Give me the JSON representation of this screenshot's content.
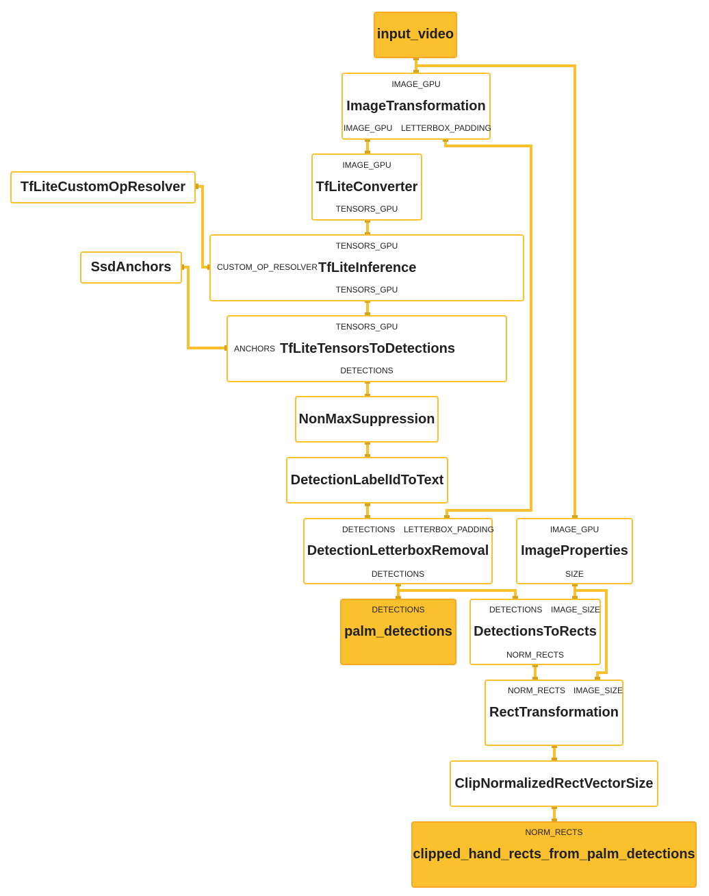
{
  "nodes": {
    "input_video": {
      "title": "input_video"
    },
    "image_transformation": {
      "title": "ImageTransformation",
      "in": "IMAGE_GPU",
      "out1": "IMAGE_GPU",
      "out2": "LETTERBOX_PADDING"
    },
    "tflite_custom_op_resolver": {
      "title": "TfLiteCustomOpResolver"
    },
    "tflite_converter": {
      "title": "TfLiteConverter",
      "in": "IMAGE_GPU",
      "out": "TENSORS_GPU"
    },
    "ssd_anchors": {
      "title": "SsdAnchors"
    },
    "tflite_inference": {
      "title": "TfLiteInference",
      "in": "TENSORS_GPU",
      "side_in": "CUSTOM_OP_RESOLVER",
      "out": "TENSORS_GPU"
    },
    "tflite_tensors_to_detections": {
      "title": "TfLiteTensorsToDetections",
      "in": "TENSORS_GPU",
      "side_in": "ANCHORS",
      "out": "DETECTIONS"
    },
    "non_max_suppression": {
      "title": "NonMaxSuppression"
    },
    "detection_label_id_to_text": {
      "title": "DetectionLabelIdToText"
    },
    "detection_letterbox_removal": {
      "title": "DetectionLetterboxRemoval",
      "in1": "DETECTIONS",
      "in2": "LETTERBOX_PADDING",
      "out": "DETECTIONS"
    },
    "image_properties": {
      "title": "ImageProperties",
      "in": "IMAGE_GPU",
      "out": "SIZE"
    },
    "palm_detections": {
      "title": "palm_detections",
      "in": "DETECTIONS"
    },
    "detections_to_rects": {
      "title": "DetectionsToRects",
      "in1": "DETECTIONS",
      "in2": "IMAGE_SIZE",
      "out": "NORM_RECTS"
    },
    "rect_transformation": {
      "title": "RectTransformation",
      "in1": "NORM_RECTS",
      "in2": "IMAGE_SIZE"
    },
    "clip_normalized_rect_vector_size": {
      "title": "ClipNormalizedRectVectorSize"
    },
    "clipped_hand_rects": {
      "title": "clipped_hand_rects_from_palm_detections",
      "in": "NORM_RECTS"
    }
  },
  "colors": {
    "edge": "#fbc02d",
    "port": "#d9a21c",
    "io_fill": "#fbc02d",
    "node_border": "#fbc02d"
  }
}
